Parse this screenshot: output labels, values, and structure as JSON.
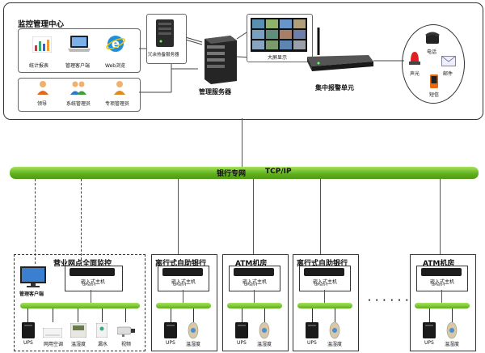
{
  "top": {
    "center_title": "监控管理中心",
    "icons": {
      "stats": "统计报表",
      "mgmt_client": "管理客户端",
      "web": "Web浏览",
      "leader": "领导",
      "sysadmin": "系统管理员",
      "subadmin": "专项管理员",
      "backup_server": "冗余热备服务器",
      "mgmt_server": "管理服务器",
      "big_screen": "大屏显示",
      "alarm_unit": "集中报警单元",
      "phone": "电话",
      "sound_light": "声光",
      "mail": "邮件",
      "sms": "短信"
    }
  },
  "network": {
    "label": "银行专网",
    "protocol": "TCP/IP"
  },
  "branches": [
    {
      "title": "营业网点全面监控",
      "client_label": "管理客户端",
      "host_label": "嵌入式主机",
      "host_model": "UPS/n-I",
      "devices": [
        "UPS",
        "网用空调",
        "温湿度",
        "漏水",
        "视频"
      ]
    },
    {
      "title": "离行式自助银行",
      "host_label": "嵌入式主机",
      "host_model": "UPS/n-I",
      "devices": [
        "UPS",
        "温湿度"
      ]
    },
    {
      "title": "ATM机房",
      "host_label": "嵌入式主机",
      "host_model": "UPS/n-I",
      "devices": [
        "UPS",
        "温湿度"
      ]
    },
    {
      "title": "离行式自助银行",
      "host_label": "嵌入式主机",
      "host_model": "UPS/n-I",
      "devices": [
        "UPS",
        "温湿度"
      ]
    },
    {
      "title": "ATM机房",
      "host_label": "嵌入式主机",
      "host_model": "UPS/n-I",
      "devices": [
        "UPS",
        "温湿度"
      ]
    }
  ],
  "ellipsis": "· · · · · ·"
}
